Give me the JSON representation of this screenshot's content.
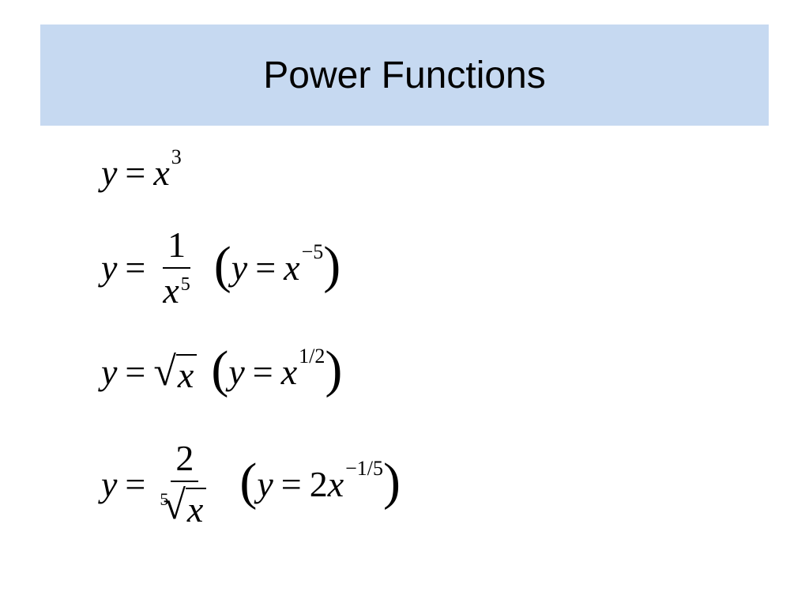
{
  "slide": {
    "title": "Power Functions",
    "title_band_color": "#c6d9f1"
  },
  "equations": {
    "e1": {
      "lhs": "y",
      "eq": "=",
      "base": "x",
      "exp": "3"
    },
    "e2": {
      "lhs": "y",
      "eq": "=",
      "num": "1",
      "den_base": "x",
      "den_exp": "5",
      "alt_lhs": "y",
      "alt_eq": "=",
      "alt_base": "x",
      "alt_exp": "−5"
    },
    "e3": {
      "lhs": "y",
      "eq": "=",
      "radicand": "x",
      "alt_lhs": "y",
      "alt_eq": "=",
      "alt_base": "x",
      "alt_exp": "1/2"
    },
    "e4": {
      "lhs": "y",
      "eq": "=",
      "num": "2",
      "root_index": "5",
      "radicand": "x",
      "alt_lhs": "y",
      "alt_eq": "=",
      "alt_coef": "2",
      "alt_base": "x",
      "alt_exp": "−1/5"
    }
  }
}
